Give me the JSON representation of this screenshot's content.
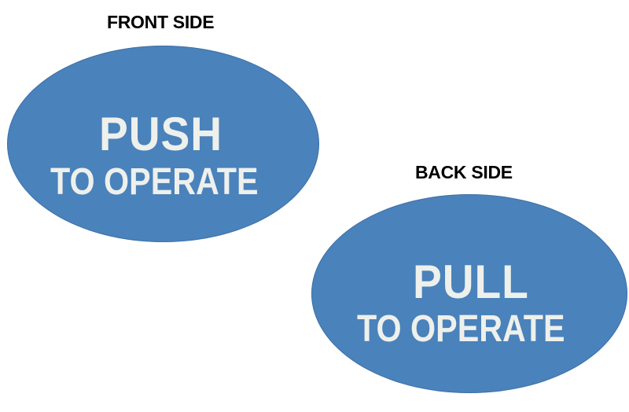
{
  "front": {
    "label": "FRONT SIDE",
    "main_text": "PUSH",
    "sub_text": "TO OPERATE"
  },
  "back": {
    "label": "BACK SIDE",
    "main_text": "PULL",
    "sub_text": "TO OPERATE"
  },
  "colors": {
    "sign_background": "#4a82bb",
    "sign_text": "#eef0ec",
    "label_text": "#000000"
  }
}
